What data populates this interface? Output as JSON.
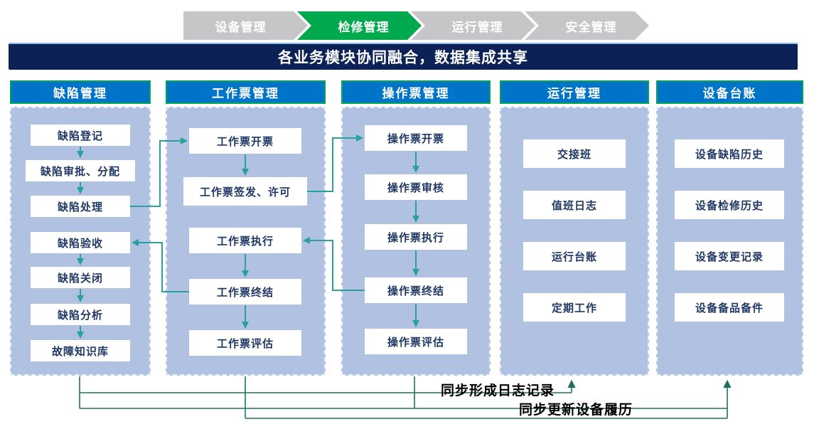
{
  "tabs": [
    {
      "label": "设备管理",
      "active": false
    },
    {
      "label": "检修管理",
      "active": true
    },
    {
      "label": "运行管理",
      "active": false
    },
    {
      "label": "安全管理",
      "active": false
    }
  ],
  "banner": {
    "title": "各业务模块协同融合，数据集成共享"
  },
  "columns": [
    {
      "title": "缺陷管理",
      "boxes": [
        "缺陷登记",
        "缺陷审批、分配",
        "缺陷处理",
        "缺陷验收",
        "缺陷关闭",
        "缺陷分析",
        "故障知识库"
      ]
    },
    {
      "title": "工作票管理",
      "boxes": [
        "工作票开票",
        "工作票签发、许可",
        "工作票执行",
        "工作票终结",
        "工作票评估"
      ]
    },
    {
      "title": "操作票管理",
      "boxes": [
        "操作票开票",
        "操作票审核",
        "操作票执行",
        "操作票终结",
        "操作票评估"
      ]
    },
    {
      "title": "运行管理",
      "boxes": [
        "交接班",
        "值班日志",
        "运行台账",
        "定期工作"
      ]
    },
    {
      "title": "设备台账",
      "boxes": [
        "设备缺陷历史",
        "设备检修历史",
        "设备变更记录",
        "设备备品备件"
      ]
    }
  ],
  "annotations": {
    "sync_log": "同步形成日志记录",
    "sync_history": "同步更新设备履历"
  },
  "colors": {
    "active_tab_green": "#00A84E",
    "inactive_tab_gray": "#C6C6C8",
    "banner_navy": "#0C2156",
    "header_blue": "#0074C8",
    "header_border_green": "#00A651",
    "panel_fill": "#B0C1E2",
    "box_text_blue": "#1F3864",
    "flow_arrow_teal": "#2AA09A",
    "sync_line_green": "#1F6E5D"
  }
}
